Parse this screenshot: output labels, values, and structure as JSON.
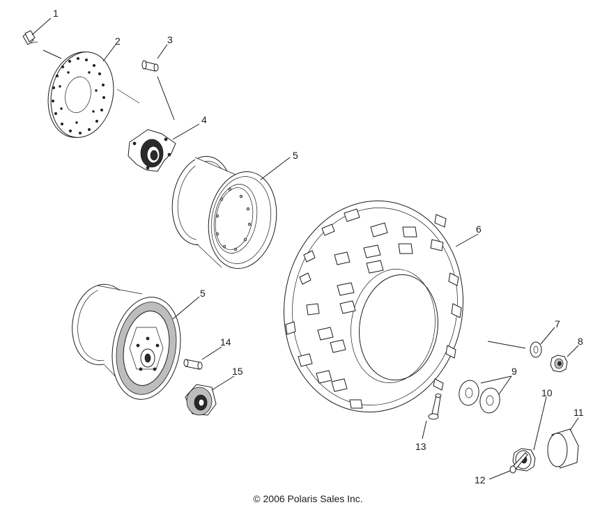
{
  "callouts": [
    "1",
    "2",
    "3",
    "4",
    "5",
    "5",
    "6",
    "7",
    "8",
    "9",
    "10",
    "11",
    "12",
    "13",
    "14",
    "15"
  ],
  "copyright": "© 2006 Polaris Sales Inc."
}
